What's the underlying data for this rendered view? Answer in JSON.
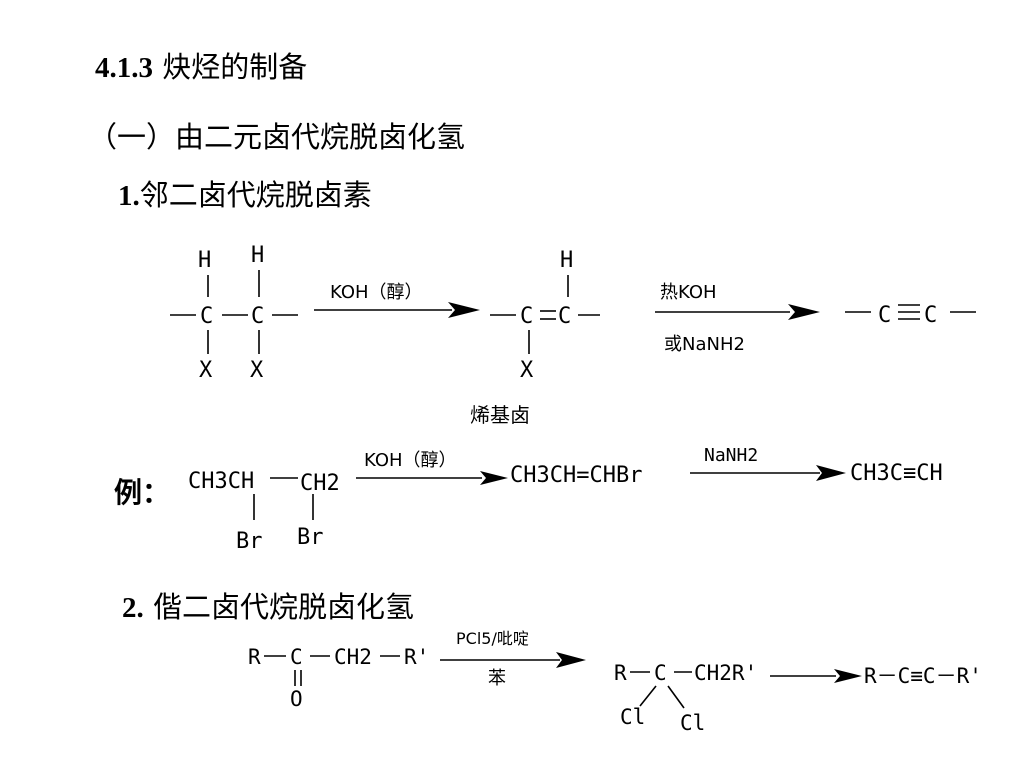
{
  "section": {
    "number": "4.1.3",
    "title": "炔烃的制备"
  },
  "subsection": {
    "label": "（一）由二元卤代烷脱卤化氢"
  },
  "method1": {
    "number": "1.",
    "title": "邻二卤代烷脱卤素"
  },
  "method2": {
    "number": "2.",
    "title": "偕二卤代烷脱卤化氢"
  },
  "scheme1": {
    "atom_H": "H",
    "atom_C": "C",
    "atom_X": "X",
    "reagent1": "KOH（醇）",
    "reagent2_top": "热KOH",
    "reagent2_bottom": "或NaNH2",
    "intermediate_label": "烯基卤"
  },
  "example": {
    "label": "例：",
    "reactant_left": "CH3CH",
    "reactant_right": "CH2",
    "br1": "Br",
    "br2": "Br",
    "reagent1": "KOH（醇）",
    "intermediate": "CH3CH=CHBr",
    "reagent2": "NaNH2",
    "product": "CH3C≡CH"
  },
  "scheme2": {
    "r": "R",
    "c": "C",
    "ch2r": "CH2",
    "rprime": "R'",
    "o": "O",
    "reagent_top": "PCl5/吡啶",
    "reagent_bottom": "苯",
    "intermediate": "CH2R'",
    "cl1": "Cl",
    "cl2": "Cl",
    "product": "R－C≡C－R'"
  }
}
